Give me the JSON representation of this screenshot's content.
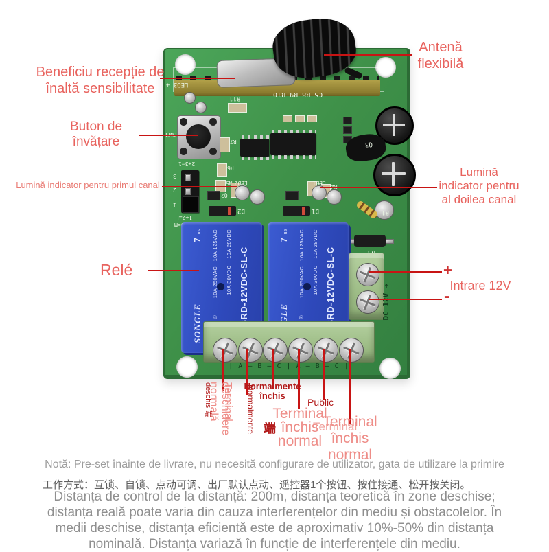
{
  "colors": {
    "label_pink": "#e8635e",
    "label_light_pink": "#ee8d88",
    "label_dark_red": "#b21a1a",
    "callout_line_red": "#c81414",
    "board_green": "#3f9149",
    "relay_blue": "#2e49bb",
    "terminal_green": "#9fbd8b"
  },
  "callouts": {
    "antenna": "Antenă\nflexibilă",
    "high_sensitivity": "Beneficiu recepție de\nînaltă sensibilitate",
    "learn_button": "Buton de\nînvățare",
    "channel1_indicator": "Lumină indicator pentru primul canal",
    "channel2_indicator": "Lumină\nindicator pentru\nal doilea canal",
    "relay": "Relé",
    "power_input": "Intrare 12V",
    "plus": "+",
    "minus": "-"
  },
  "terminal_labels": {
    "no_vertical": "deschidere\nnormală",
    "open_terminal": "Terminal",
    "open_terminal_sub": "deschis 端",
    "normally_vertical": "Normalmente",
    "nc_small": "Normalmente\nînchis",
    "public": "Public",
    "nc_big_left": "Terminal\nînchis\nnormal",
    "terminal_faint": "Terminal",
    "nc_big_right": "Terminal\nînchis\nnormal",
    "cn_port": "端"
  },
  "pcb": {
    "silkscreen": {
      "led3": "LED3 +",
      "r11": "R11",
      "rf_refs": "C5 R8 R9 R10",
      "sw1": "SW1",
      "jumper_mode_top": "2+3=1",
      "pin3": "3",
      "pin2": "2",
      "pin1": "1",
      "jumper_mode_bottom": "1+2=L",
      "jumper_mode_bottom2": "0+0=M",
      "r7": "R7",
      "r6": "R6",
      "r5": "R5",
      "r4": "R4",
      "r3": "R3",
      "r2": "R2",
      "q2": "Q2",
      "q3": "Q3",
      "led2": "LED2 +",
      "led1": "LED1 +",
      "d2": "D2",
      "d1": "D1",
      "d3": "D3",
      "r1": "R1",
      "dc_12v": "DC 12V →",
      "terminal_row": "| A — B — C | A — B — C |"
    },
    "relay": {
      "brand": "SONGLE",
      "logo": "≡",
      "reg": "®",
      "cert": "7",
      "cert_sub": "us",
      "cqc": "cqc",
      "ratings1": "10A 250VAC   10A 125VAC",
      "ratings2": "10A 30VDC    10A 28VDC",
      "model": "SRD-12VDC-SL-C"
    }
  },
  "footer": {
    "note": "Notă: Pre-set înainte de livrare, nu necesită configurare de utilizator, gata de utilizare la primire",
    "work_mode_cn": "工作方式：互锁、自锁、点动可调、出厂默认点动、遥控器1个按钮、按住接通、松开按关闭。",
    "distance_lines": [
      "Distanța de control de la distanță: 200m, distanța teoretică în zone deschise;",
      "distanța reală poate varia din cauza interferențelor din mediu și obstacolelor. În",
      "medii deschise, distanța eficientă este de aproximativ 10%-50% din distanța",
      "nominală. Distanța variază în funcție de interferențele din mediu."
    ]
  }
}
